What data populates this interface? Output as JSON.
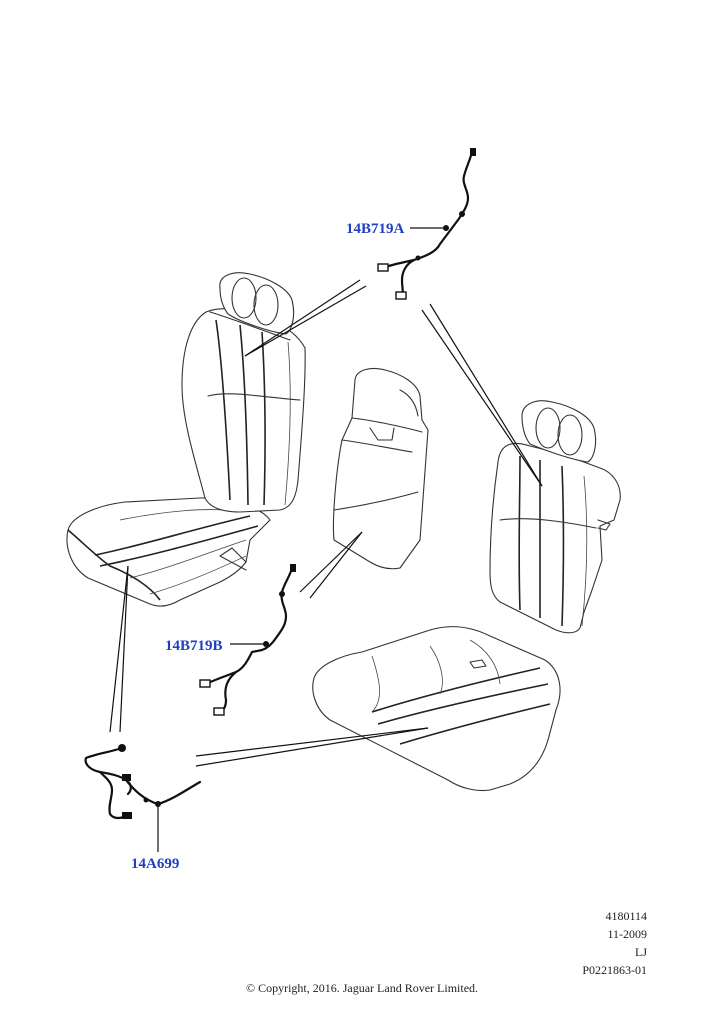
{
  "parts": [
    {
      "id": "14B719A"
    },
    {
      "id": "14B719B"
    },
    {
      "id": "14A699"
    }
  ],
  "meta": {
    "ref_number": "4180114",
    "date": "11-2009",
    "initials": "LJ",
    "illustration_id": "P0221863-01"
  },
  "copyright": "© Copyright, 2016. Jaguar Land Rover Limited.",
  "colors": {
    "label_blue": "#1f3fbf",
    "line": "#111111"
  }
}
